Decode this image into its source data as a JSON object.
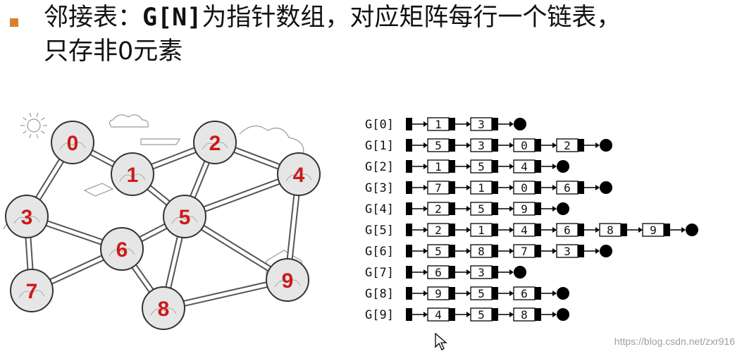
{
  "heading": {
    "line1_a": "邻接表：",
    "line1_code": "G[N]",
    "line1_b": "为指针数组，对应矩阵每行一个链表，",
    "line2": "只存非0元素"
  },
  "graph": {
    "nodes": [
      "0",
      "1",
      "2",
      "3",
      "4",
      "5",
      "6",
      "7",
      "8",
      "9"
    ],
    "edges": [
      [
        0,
        1
      ],
      [
        0,
        3
      ],
      [
        1,
        2
      ],
      [
        1,
        5
      ],
      [
        2,
        4
      ],
      [
        2,
        5
      ],
      [
        3,
        7
      ],
      [
        3,
        6
      ],
      [
        4,
        5
      ],
      [
        4,
        9
      ],
      [
        5,
        6
      ],
      [
        5,
        8
      ],
      [
        5,
        9
      ],
      [
        6,
        8
      ],
      [
        6,
        7
      ],
      [
        8,
        9
      ]
    ]
  },
  "adjacency": [
    {
      "label": "G[0]",
      "items": [
        "1",
        "3"
      ]
    },
    {
      "label": "G[1]",
      "items": [
        "5",
        "3",
        "0",
        "2"
      ]
    },
    {
      "label": "G[2]",
      "items": [
        "1",
        "5",
        "4"
      ]
    },
    {
      "label": "G[3]",
      "items": [
        "7",
        "1",
        "0",
        "6"
      ]
    },
    {
      "label": "G[4]",
      "items": [
        "2",
        "5",
        "9"
      ]
    },
    {
      "label": "G[5]",
      "items": [
        "2",
        "1",
        "4",
        "6",
        "8",
        "9"
      ]
    },
    {
      "label": "G[6]",
      "items": [
        "5",
        "8",
        "7",
        "3"
      ]
    },
    {
      "label": "G[7]",
      "items": [
        "6",
        "3"
      ]
    },
    {
      "label": "G[8]",
      "items": [
        "9",
        "5",
        "6"
      ]
    },
    {
      "label": "G[9]",
      "items": [
        "4",
        "5",
        "8"
      ]
    }
  ],
  "watermark": "https://blog.csdn.net/zxr916",
  "colors": {
    "node_label": "#cc1a1a",
    "node_fill": "#e6e6e6",
    "bullet": "#d9822b"
  }
}
